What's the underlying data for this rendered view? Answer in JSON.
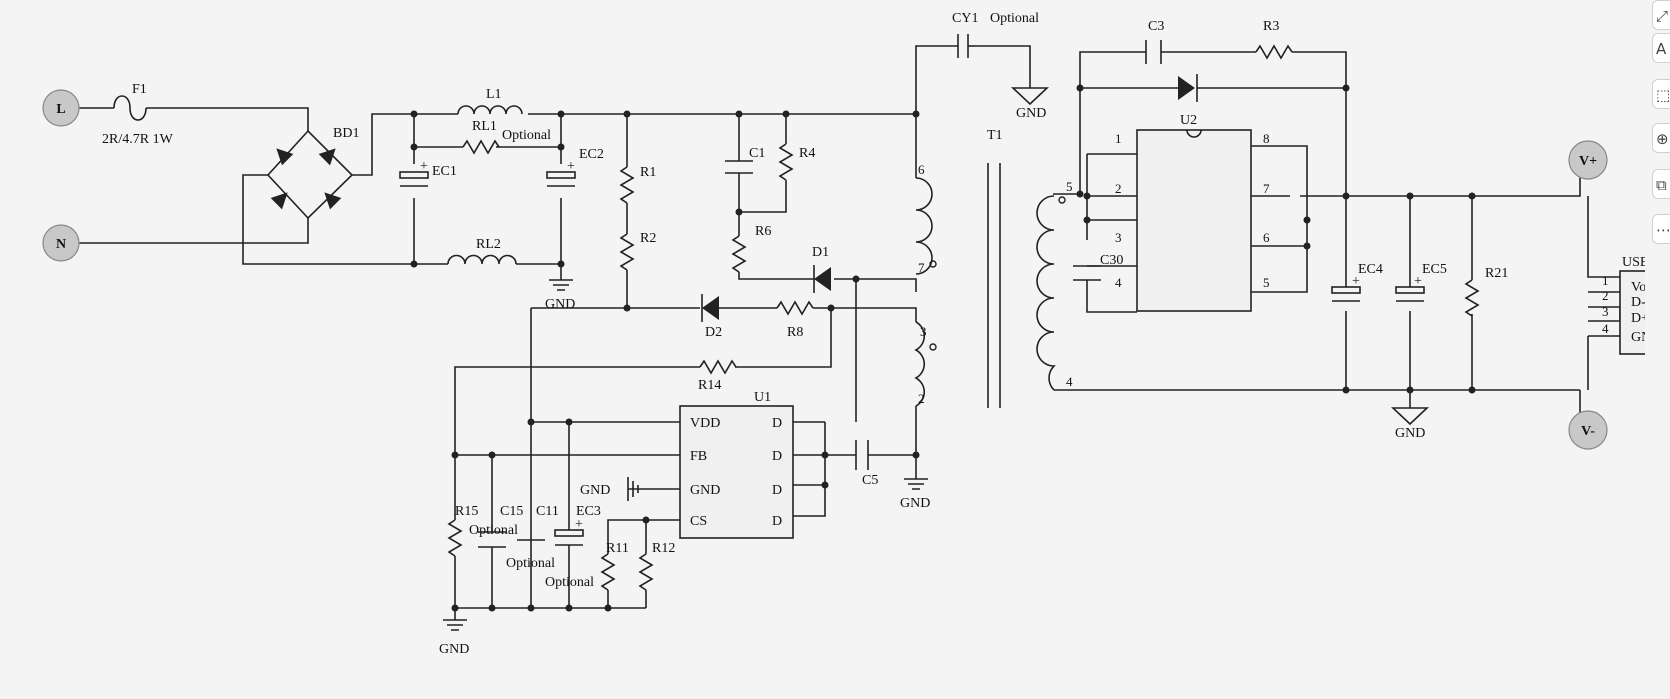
{
  "terminals": {
    "line": "L",
    "neutral": "N",
    "out_pos": "V+",
    "out_neg": "V-"
  },
  "components": {
    "F1": "F1",
    "F1_value": "2R/4.7R 1W",
    "BD1": "BD1",
    "EC1": "EC1",
    "EC2": "EC2",
    "L1": "L1",
    "RL1": "RL1",
    "RL1_note": "Optional",
    "RL2": "RL2",
    "R1": "R1",
    "R2": "R2",
    "C1": "C1",
    "R4": "R4",
    "R6": "R6",
    "D1": "D1",
    "D2": "D2",
    "R8": "R8",
    "R14": "R14",
    "CY1": "CY1",
    "CY1_note": "Optional",
    "T1": "T1",
    "U1": "U1",
    "U2": "U2",
    "C3": "C3",
    "R3": "R3",
    "C30": "C30",
    "C5": "C5",
    "EC4": "EC4",
    "EC5": "EC5",
    "R21": "R21",
    "R15": "R15",
    "C15": "C15",
    "C15_note": "Optional",
    "C11": "C11",
    "C11_note": "Optional",
    "EC3": "EC3",
    "EC3_note": "Optional",
    "R11": "R11",
    "R12": "R12",
    "USB": "USB"
  },
  "gnd_label": "GND",
  "u1_pins": {
    "vdd": "VDD",
    "fb": "FB",
    "gnd": "GND",
    "cs": "CS",
    "d1": "D",
    "d2": "D",
    "d3": "D",
    "d4": "D"
  },
  "u1_gnd_pin_label": "GND",
  "u2_pins": [
    "1",
    "2",
    "3",
    "4",
    "8",
    "7",
    "6",
    "5"
  ],
  "t1_pins": {
    "p6": "6",
    "p7": "7",
    "p3": "3",
    "p2": "2",
    "p5": "5",
    "p4": "4"
  },
  "usb_pins": {
    "numbers": [
      "1",
      "2",
      "3",
      "4"
    ],
    "names": [
      "Vo",
      "D-",
      "D+",
      "GND"
    ]
  },
  "toolbar": [
    {
      "name": "resize-icon",
      "glyph": "⤢"
    },
    {
      "name": "text-icon",
      "glyph": "A"
    },
    {
      "name": "select-icon",
      "glyph": "⬚"
    },
    {
      "name": "zoom-in-icon",
      "glyph": "⊕"
    },
    {
      "name": "screenshot-icon",
      "glyph": "⧉"
    },
    {
      "name": "more-icon",
      "glyph": "⋯"
    }
  ]
}
